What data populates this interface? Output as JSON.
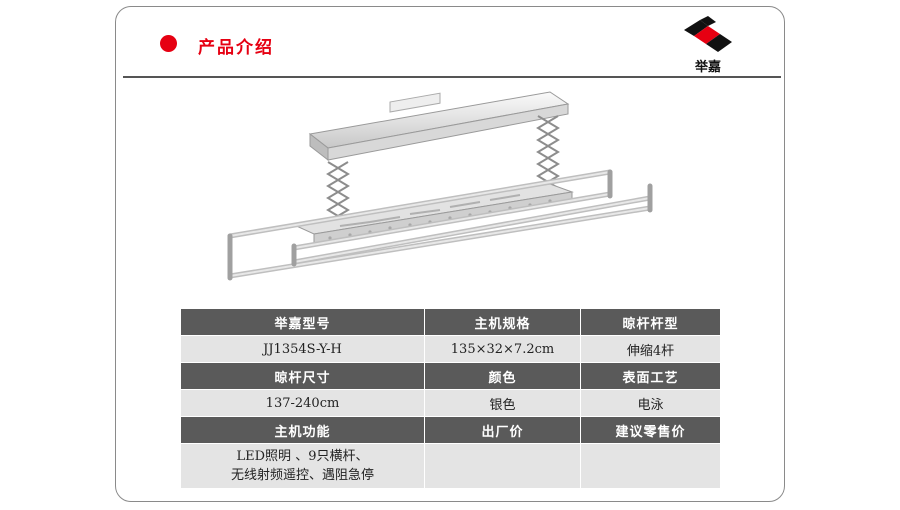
{
  "header": {
    "title": "产品介绍",
    "brand": "举嘉"
  },
  "colors": {
    "accent": "#e60012",
    "table_header_bg": "#5a5a5a",
    "table_cell_bg": "#e4e4e4"
  },
  "product_image": "electric-clothes-drying-rack",
  "spec_table": {
    "rows": [
      {
        "kind": "header",
        "cells": [
          "举嘉型号",
          "主机规格",
          "晾杆杆型"
        ]
      },
      {
        "kind": "value",
        "cells": [
          "JJ1354S-Y-H",
          "135×32×7.2cm",
          "伸缩4杆"
        ]
      },
      {
        "kind": "header",
        "cells": [
          "晾杆尺寸",
          "颜色",
          "表面工艺"
        ]
      },
      {
        "kind": "value",
        "cells": [
          "137-240cm",
          "银色",
          "电泳"
        ]
      },
      {
        "kind": "header",
        "cells": [
          "主机功能",
          "出厂价",
          "建议零售价"
        ]
      },
      {
        "kind": "value",
        "cells": [
          "LED照明 、9只横杆、",
          "",
          ""
        ],
        "cell0_line2": "无线射频遥控、遇阻急停"
      }
    ]
  }
}
